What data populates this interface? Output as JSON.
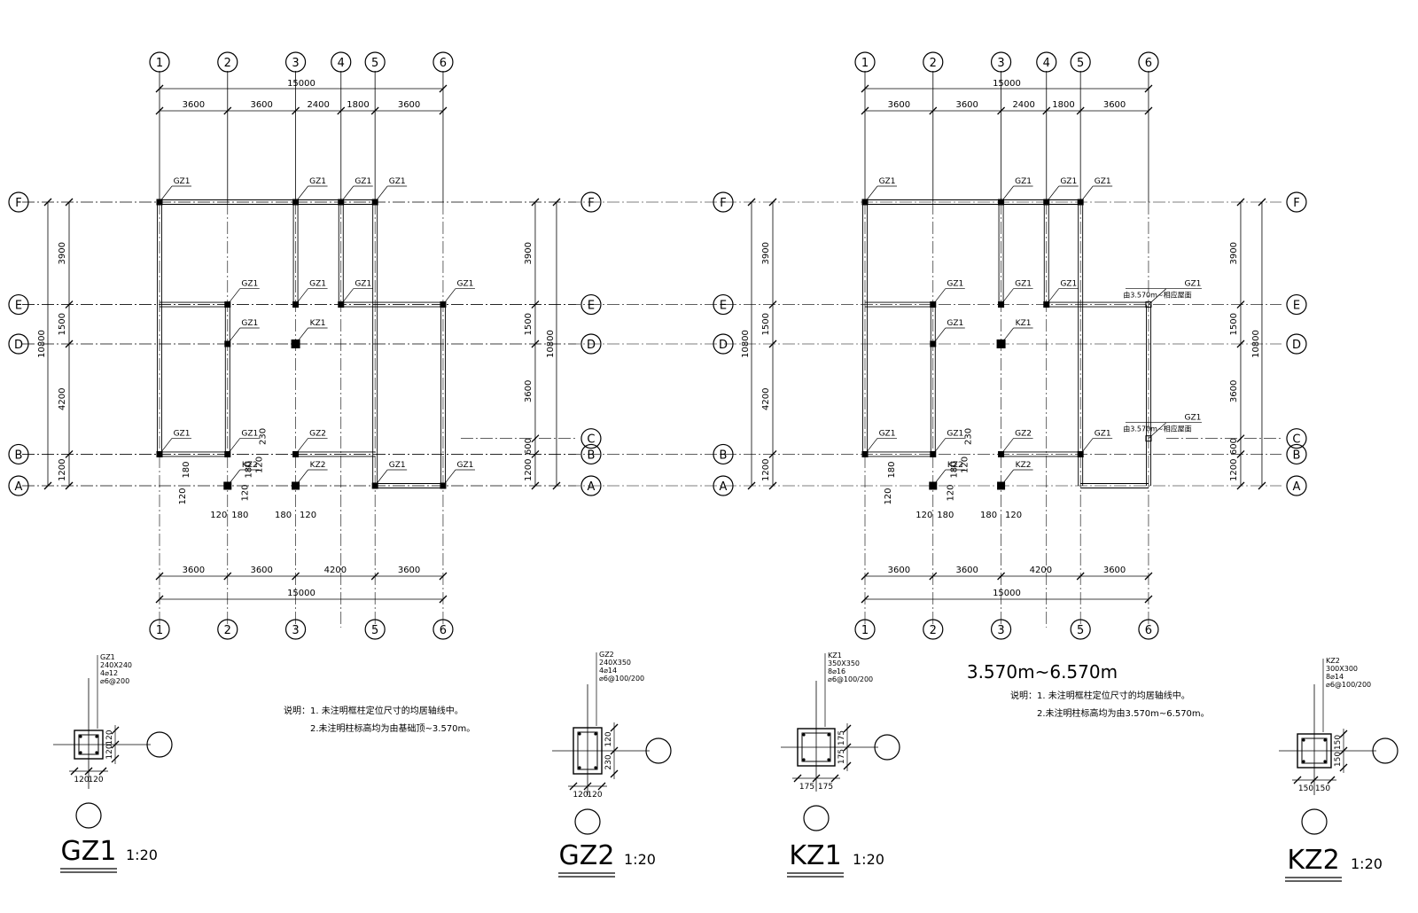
{
  "plans": [
    {
      "grid_x": [
        {
          "label": "1",
          "mm": 0
        },
        {
          "label": "2",
          "mm": 3600
        },
        {
          "label": "3",
          "mm": 7200
        },
        {
          "label": "4",
          "mm": 9600
        },
        {
          "label": "5",
          "mm": 11400
        },
        {
          "label": "6",
          "mm": 15000
        }
      ],
      "grid_x_bottom": [
        "1",
        "2",
        "3",
        "5",
        "6"
      ],
      "grid_y": [
        {
          "label": "A",
          "mm": 0
        },
        {
          "label": "B",
          "mm": 1200
        },
        {
          "label": "D",
          "mm": 5400
        },
        {
          "label": "E",
          "mm": 6900
        },
        {
          "label": "F",
          "mm": 10800
        }
      ],
      "grid_y_right_extra": [
        {
          "label": "C",
          "mm": 1800
        }
      ],
      "dims_top": [
        "3600",
        "3600",
        "2400",
        "1800",
        "3600"
      ],
      "dim_top_total": "15000",
      "dims_bottom": [
        "3600",
        "3600",
        "4200",
        "3600"
      ],
      "dim_bottom_total": "15000",
      "dims_left": [
        "1200",
        "4200",
        "1500",
        "3900"
      ],
      "dim_left_total": "10800",
      "dims_right": [
        "1200",
        "600",
        "3600",
        "1500",
        "3900"
      ],
      "dim_right_total": "10800",
      "columns": [
        {
          "name": "GZ1",
          "grid": [
            "1",
            "F"
          ]
        },
        {
          "name": "GZ1",
          "grid": [
            "3",
            "F"
          ]
        },
        {
          "name": "GZ1",
          "grid": [
            "4",
            "F"
          ]
        },
        {
          "name": "GZ1",
          "grid": [
            "5",
            "F"
          ]
        },
        {
          "name": "GZ1",
          "grid": [
            "2",
            "E"
          ]
        },
        {
          "name": "GZ1",
          "grid": [
            "3",
            "E"
          ]
        },
        {
          "name": "GZ1",
          "grid": [
            "4",
            "E"
          ]
        },
        {
          "name": "GZ1",
          "grid": [
            "6",
            "E"
          ]
        },
        {
          "name": "GZ1",
          "grid": [
            "2",
            "D"
          ]
        },
        {
          "name": "KZ1",
          "grid": [
            "3",
            "D"
          ]
        },
        {
          "name": "GZ1",
          "grid": [
            "1",
            "B"
          ]
        },
        {
          "name": "GZ1",
          "grid": [
            "2",
            "B"
          ]
        },
        {
          "name": "GZ2",
          "grid": [
            "3",
            "B"
          ]
        },
        {
          "name": "KZ2",
          "grid": [
            "2",
            "A"
          ]
        },
        {
          "name": "KZ2",
          "grid": [
            "3",
            "A"
          ]
        },
        {
          "name": "GZ1",
          "grid": [
            "5",
            "A"
          ]
        },
        {
          "name": "GZ1",
          "grid": [
            "6",
            "A"
          ]
        }
      ],
      "offset_labels": [
        "120",
        "180",
        "120",
        "180",
        "180",
        "120",
        "120",
        "180",
        "230",
        "120"
      ],
      "subtitle": ""
    },
    {
      "grid_x": [
        {
          "label": "1",
          "mm": 0
        },
        {
          "label": "2",
          "mm": 3600
        },
        {
          "label": "3",
          "mm": 7200
        },
        {
          "label": "4",
          "mm": 9600
        },
        {
          "label": "5",
          "mm": 11400
        },
        {
          "label": "6",
          "mm": 15000
        }
      ],
      "grid_x_bottom": [
        "1",
        "2",
        "3",
        "5",
        "6"
      ],
      "grid_y": [
        {
          "label": "A",
          "mm": 0
        },
        {
          "label": "B",
          "mm": 1200
        },
        {
          "label": "D",
          "mm": 5400
        },
        {
          "label": "E",
          "mm": 6900
        },
        {
          "label": "F",
          "mm": 10800
        }
      ],
      "grid_y_right_extra": [
        {
          "label": "C",
          "mm": 1800
        }
      ],
      "dims_top": [
        "3600",
        "3600",
        "2400",
        "1800",
        "3600"
      ],
      "dim_top_total": "15000",
      "dims_bottom": [
        "3600",
        "3600",
        "4200",
        "3600"
      ],
      "dim_bottom_total": "15000",
      "dims_left": [
        "1200",
        "4200",
        "1500",
        "3900"
      ],
      "dim_left_total": "10800",
      "dims_right": [
        "1200",
        "600",
        "3600",
        "1500",
        "3900"
      ],
      "dim_right_total": "10800",
      "columns": [
        {
          "name": "GZ1",
          "grid": [
            "1",
            "F"
          ]
        },
        {
          "name": "GZ1",
          "grid": [
            "3",
            "F"
          ]
        },
        {
          "name": "GZ1",
          "grid": [
            "4",
            "F"
          ]
        },
        {
          "name": "GZ1",
          "grid": [
            "5",
            "F"
          ]
        },
        {
          "name": "GZ1",
          "grid": [
            "2",
            "E"
          ]
        },
        {
          "name": "GZ1",
          "grid": [
            "3",
            "E"
          ]
        },
        {
          "name": "GZ1",
          "grid": [
            "4",
            "E"
          ]
        },
        {
          "name": "GZ1",
          "grid": [
            "2",
            "D"
          ]
        },
        {
          "name": "KZ1",
          "grid": [
            "3",
            "D"
          ]
        },
        {
          "name": "GZ1",
          "grid": [
            "1",
            "B"
          ]
        },
        {
          "name": "GZ1",
          "grid": [
            "2",
            "B"
          ]
        },
        {
          "name": "GZ2",
          "grid": [
            "3",
            "B"
          ]
        },
        {
          "name": "GZ1",
          "grid": [
            "5",
            "B"
          ]
        },
        {
          "name": "KZ2",
          "grid": [
            "2",
            "A"
          ]
        },
        {
          "name": "KZ2",
          "grid": [
            "3",
            "A"
          ]
        }
      ],
      "special_columns": [
        {
          "name": "GZ1",
          "note": "由3.570m~相应屋面",
          "grid": [
            "6",
            "E"
          ]
        },
        {
          "name": "GZ1",
          "note": "由3.570m~相应屋面",
          "grid": [
            "6",
            "C"
          ]
        }
      ],
      "offset_labels": [
        "120",
        "180",
        "120",
        "180",
        "180",
        "120",
        "120",
        "180",
        "230",
        "120"
      ],
      "subtitle": "3.570m~6.570m"
    }
  ],
  "notes": [
    {
      "lines": [
        "说明：1. 未注明框柱定位尺寸的均居轴线中。",
        "2.未注明柱标高均为由基础顶~3.570m。"
      ]
    },
    {
      "lines": [
        "说明：1. 未注明框柱定位尺寸的均居轴线中。",
        "2.未注明柱标高均为由3.570m~6.570m。"
      ]
    }
  ],
  "sections": [
    {
      "name": "GZ1",
      "spec": [
        "GZ1",
        "240X240",
        "4⌀12",
        "⌀6@200"
      ],
      "dims_b": [
        "120",
        "120"
      ],
      "dims_h": [
        "120",
        "120"
      ],
      "scale": "1:20"
    },
    {
      "name": "GZ2",
      "spec": [
        "GZ2",
        "240X350",
        "4⌀14",
        "⌀6@100/200"
      ],
      "dims_b": [
        "120",
        "120"
      ],
      "dims_h": [
        "120",
        "230"
      ],
      "scale": "1:20"
    },
    {
      "name": "KZ1",
      "spec": [
        "KZ1",
        "350X350",
        "8⌀16",
        "⌀6@100/200"
      ],
      "dims_b": [
        "175",
        "175"
      ],
      "dims_h": [
        "175",
        "175"
      ],
      "scale": "1:20"
    },
    {
      "name": "KZ2",
      "spec": [
        "KZ2",
        "300X300",
        "8⌀14",
        "⌀6@100/200"
      ],
      "dims_b": [
        "150",
        "150"
      ],
      "dims_h": [
        "150",
        "150"
      ],
      "scale": "1:20"
    }
  ]
}
